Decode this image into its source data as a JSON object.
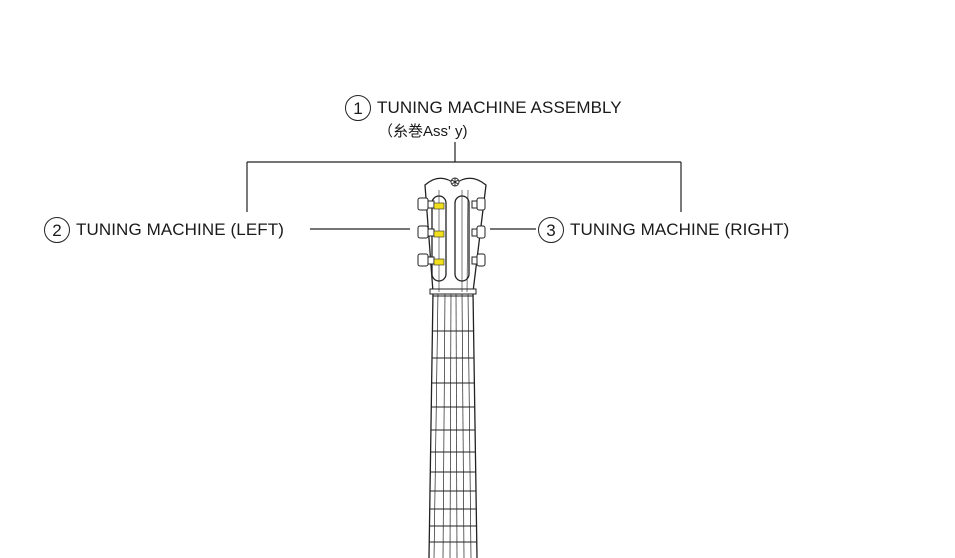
{
  "callouts": [
    {
      "number": "1",
      "label": "TUNING MACHINE ASSEMBLY",
      "sublabel": "（糸巻Ass' y)"
    },
    {
      "number": "2",
      "label": "TUNING MACHINE (LEFT)"
    },
    {
      "number": "3",
      "label": "TUNING MACHINE (RIGHT)"
    }
  ],
  "colors": {
    "line": "#222222",
    "tuner_highlight": "#f2df1c"
  },
  "icons": {
    "headstock_logo": "tuning-fork-logo-icon"
  }
}
